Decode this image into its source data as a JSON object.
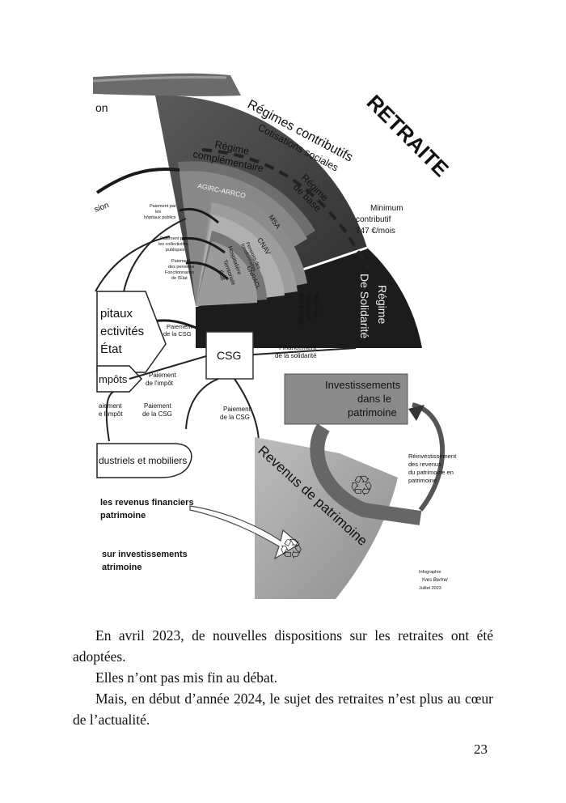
{
  "figure": {
    "title": "RETRAITE",
    "fragment_top_left": "on",
    "fragment_pension": "sion",
    "ring_contributifs": "Régimes contributifs",
    "ring_cotisations": "Cotisations sociales",
    "ring_complementaire_1": "Régime",
    "ring_complementaire_2": "complémentaire",
    "ring_base_1": "Régime",
    "ring_base_2": "de base",
    "agirc": "AGIRC-ARRCO",
    "msa": "MSA",
    "cnav": "CNAV",
    "cnracl": "CNRACL",
    "pensions_fonct_1": "Pensions des",
    "pensions_fonct_2": "fonctionnaires",
    "hospitaliere": "Hospitalière",
    "territoriale": "Territoriale",
    "etat_small": "État",
    "min_contrib_1": "Minimum",
    "min_contrib_2": "contributif",
    "min_contrib_3": "747 €/mois",
    "min_vieillesse_1": "Minimum",
    "min_vieillesse_2": "Vieillesse",
    "min_vieillesse_3": "936 €/mois",
    "solidarite_1": "Régime",
    "solidarite_2": "De Solidarité",
    "paiement_hopitaux": [
      "Paiement par",
      "les",
      "hôpitaux publics"
    ],
    "paiement_collectivites": [
      "Paiement par",
      "les collectivités",
      "publiques"
    ],
    "paiement_etat": [
      "Paiement",
      "des pensions",
      "Fonctionnaires",
      "de l'État"
    ],
    "left_box_1": "pitaux",
    "left_box_2": "ectivités",
    "left_box_3": "État",
    "paiement_csg_1": "Paiement",
    "paiement_csg_2": "de la CSG",
    "csg": "CSG",
    "financement_1": "Financement",
    "financement_2": "de la solidarité",
    "impots": "mpôts",
    "paiement_impot_1": "Paiement",
    "paiement_impot_2": "de l'impôt",
    "paiement_impot_left_1": "aiement",
    "paiement_impot_left_2": "e l'impôt",
    "paiement_csg_b_1": "Paiement",
    "paiement_csg_b_2": "de la CSG",
    "paiement_csg_c_1": "Paiement",
    "paiement_csg_c_2": "de la CSG",
    "investissements_1": "Investissements",
    "investissements_2": "dans le",
    "investissements_3": "patrimoine",
    "industriels": "dustriels et mobiliers",
    "revenus_patrimoine": "Revenus de patrimoine",
    "reinvest": [
      "Réinvestissement",
      "des revenus",
      "du patrimoine en",
      "patrimoine"
    ],
    "revenus_fin_1": "les revenus financiers",
    "revenus_fin_2": "patrimoine",
    "sur_invest_1": "sur investissements",
    "sur_invest_2": "atrimoine",
    "credit_1": "Infographie",
    "credit_2": "Yves Bertrel",
    "credit_3": "Juillet 2023",
    "recycle_symbol": "♲"
  },
  "paragraphs": [
    "En avril 2023, de nouvelles dispositions sur les retraites ont été adoptées.",
    "Elles n’ont pas mis fin au débat.",
    "Mais, en début d’année 2024, le sujet des retraites n’est plus au cœur de l’actualité."
  ],
  "page_number": "23"
}
